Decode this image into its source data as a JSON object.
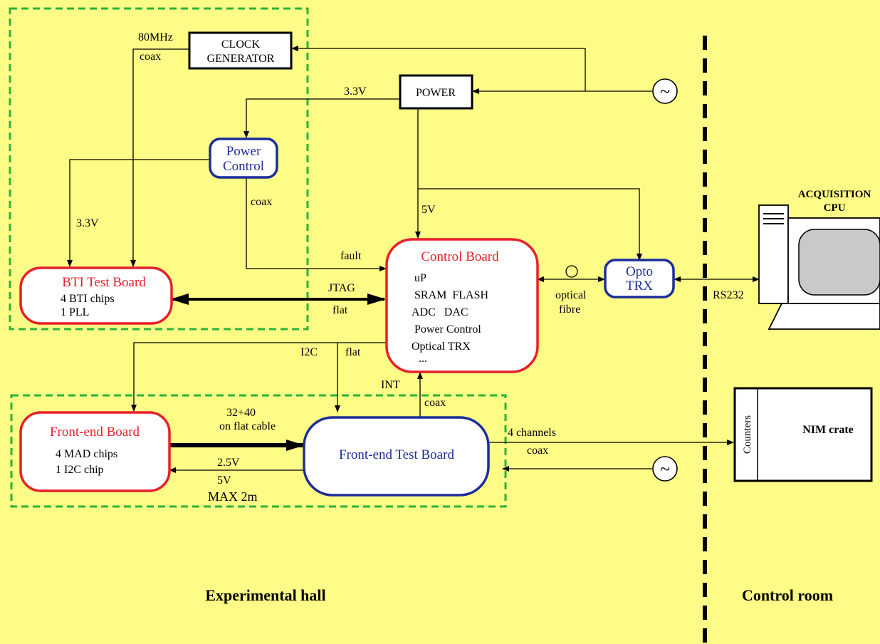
{
  "colors": {
    "background": "#fdfc86",
    "red_box": "#e8202a",
    "blue_box": "#1c2d9a",
    "green_dashed": "#2bb33a",
    "black": "#000000"
  },
  "clock_generator": {
    "line1": "CLOCK",
    "line2": "GENERATOR"
  },
  "power": {
    "label": "POWER"
  },
  "power_control": {
    "line1": "Power",
    "line2": "Control"
  },
  "bti_test_board": {
    "title": "BTI Test Board",
    "line1": "4 BTI chips",
    "line2": "1 PLL"
  },
  "control_board": {
    "title": "Control Board",
    "items": [
      "uP",
      "SRAM  FLASH",
      "ADC   DAC",
      "Power Control",
      "Optical TRX",
      "..."
    ]
  },
  "opto_trx": {
    "line1": "Opto",
    "line2": "TRX"
  },
  "front_end_board": {
    "title": "Front-end Board",
    "line1": "4 MAD chips",
    "line2": "1 I2C chip"
  },
  "front_end_test_board": {
    "title": "Front-end Test Board"
  },
  "acquisition_cpu": {
    "line1": "ACQUISITION",
    "line2": "CPU"
  },
  "nim_crate": {
    "label": "NIM crate",
    "counters": "Counters"
  },
  "ac_symbol": "~",
  "labels": {
    "clk_freq": "80MHz",
    "clk_coax": "coax",
    "power_3v3_top": "3.3V",
    "bti_3v3": "3.3V",
    "pc_coax": "coax",
    "fault": "fault",
    "v5": "5V",
    "jtag": "JTAG",
    "jtag_flat": "flat",
    "optical": "optical",
    "fibre": "fibre",
    "rs232": "RS232",
    "i2c": "I2C",
    "i2c_flat": "flat",
    "int": "INT",
    "int_coax": "coax",
    "bus_line1": "32+40",
    "bus_line2": "on flat cable",
    "fe_2v5": "2.5V",
    "fe_5v": "5V",
    "max_len": "MAX 2m",
    "channels": "4 channels",
    "channels_coax": "coax"
  },
  "areas": {
    "left": "Experimental hall",
    "right": "Control room"
  }
}
